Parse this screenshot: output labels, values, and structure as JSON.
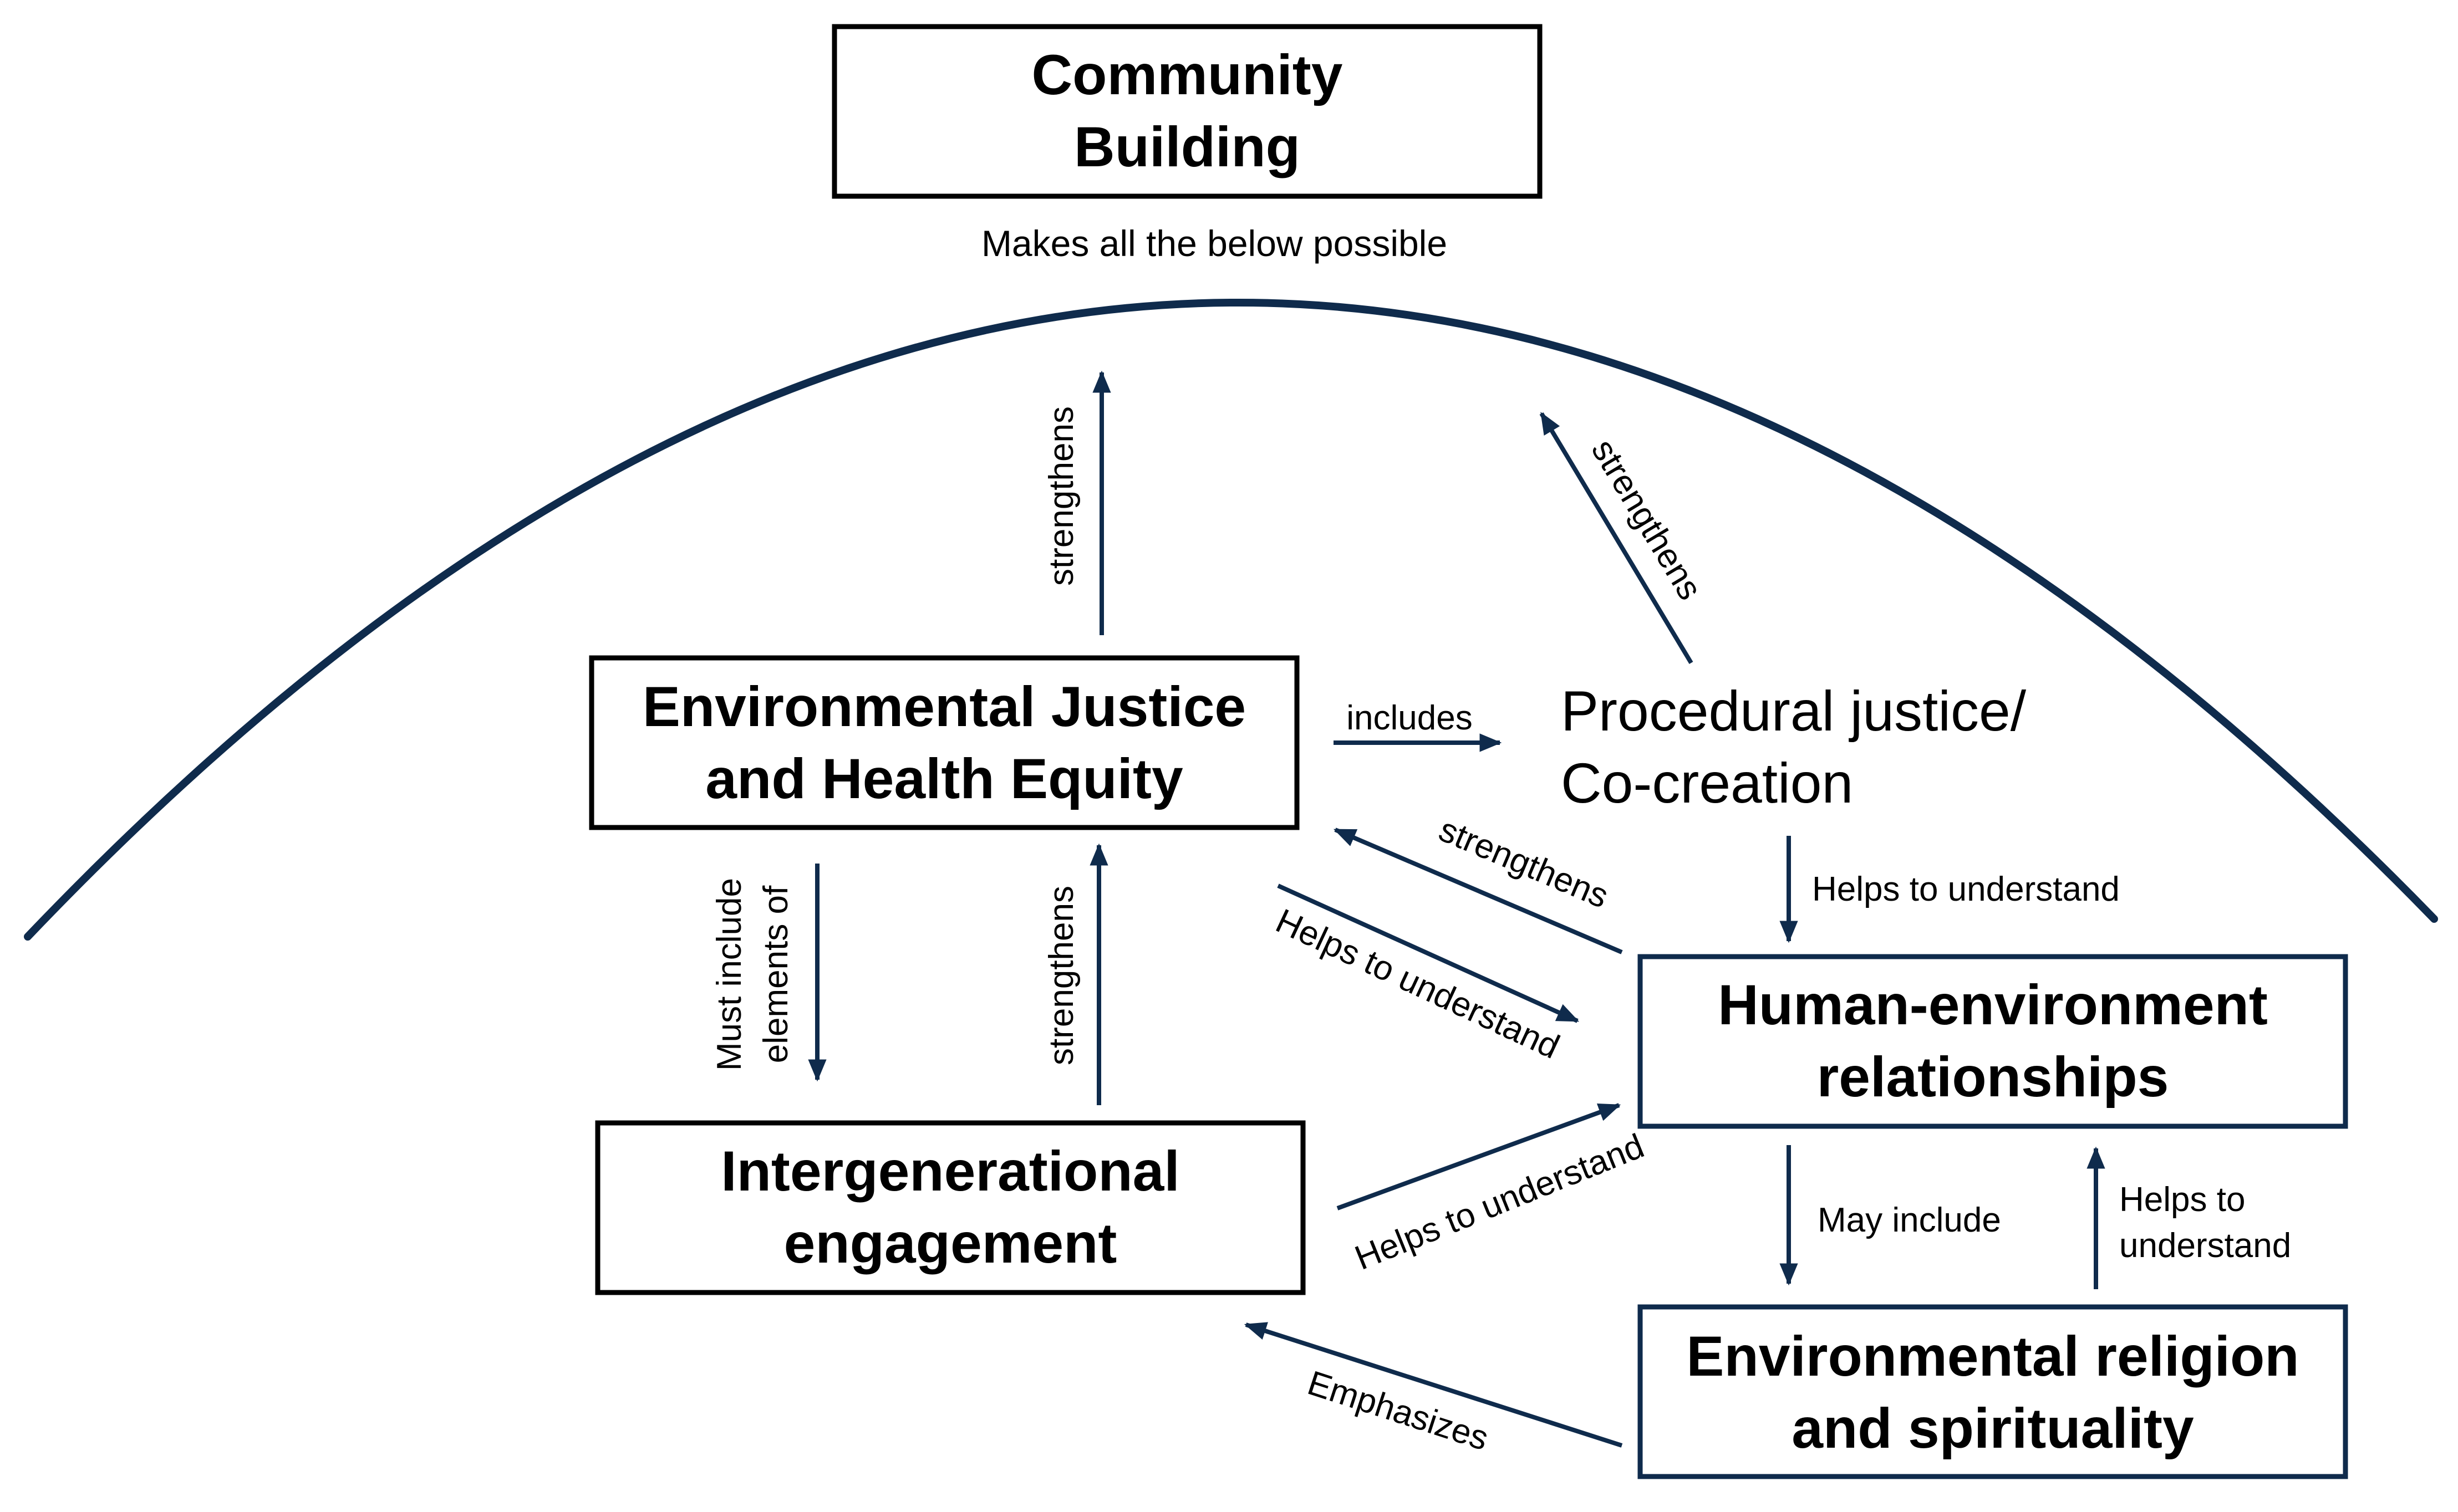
{
  "colors": {
    "arc": "#0f2b4c",
    "arrow": "#0f2b4c",
    "box_stroke": "#000000",
    "text": "#000000",
    "background": "#ffffff"
  },
  "nodes": {
    "community_building": [
      "Community",
      "Building"
    ],
    "community_caption": "Makes all the below possible",
    "ej_health_equity": [
      "Environmental Justice",
      "and Health Equity"
    ],
    "procedural_justice": [
      "Procedural justice/",
      "Co-creation"
    ],
    "human_environment": [
      "Human-environment",
      "relationships"
    ],
    "intergenerational": [
      "Intergenerational",
      "engagement"
    ],
    "religion_spirituality": [
      "Environmental religion",
      "and spirituality"
    ]
  },
  "edges": {
    "ej_to_community": "strengthens",
    "procedural_to_community": "strengthens",
    "ej_to_procedural": "includes",
    "human_to_ej": "strengthens",
    "ej_to_human": "Helps to understand",
    "procedural_to_human": "Helps to understand",
    "ej_to_intergenerational": [
      "Must include",
      "elements of"
    ],
    "intergenerational_to_ej": "strengthens",
    "intergenerational_to_human": "Helps to understand",
    "human_to_religion": "May include",
    "religion_to_human": [
      "Helps to",
      "understand"
    ],
    "religion_to_intergenerational": "Emphasizes"
  }
}
